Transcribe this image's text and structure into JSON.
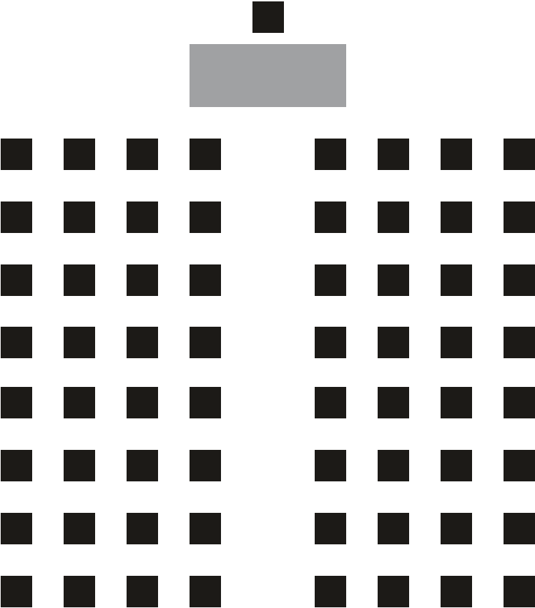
{
  "layout": {
    "student_rows": 8,
    "seats_per_block_row": 4,
    "blocks": [
      "left",
      "right"
    ]
  },
  "colors": {
    "seat": "#1c1a17",
    "teacher_desk": "#a0a1a3",
    "background": "#ffffff"
  }
}
